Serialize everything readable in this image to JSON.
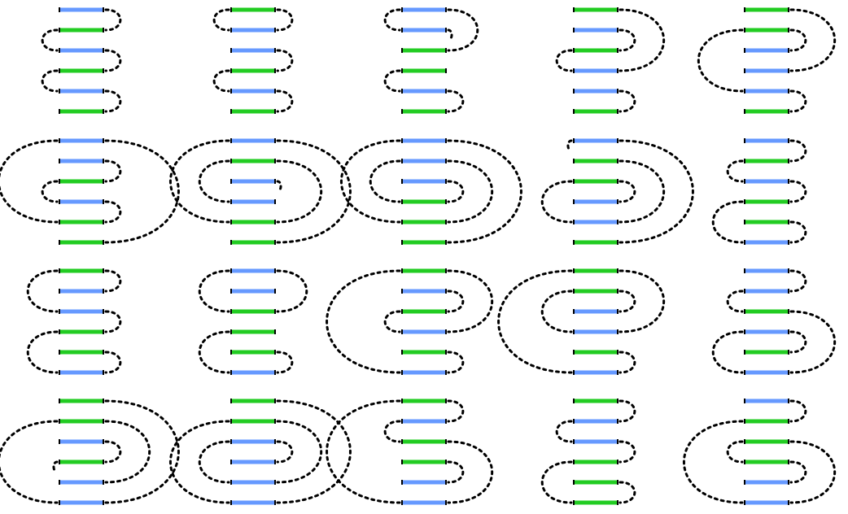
{
  "colors": {
    "blue": "#6699ff",
    "green": "#22cc22",
    "tick": "#000000",
    "arc": "#000000"
  },
  "grid": {
    "rows": 4,
    "cols": 5
  },
  "panels": [
    {
      "bars": [
        "blue",
        "green",
        "blue",
        "green",
        "blue",
        "green"
      ],
      "arcs": [
        [
          1,
          2
        ],
        [
          3,
          4
        ],
        [
          5,
          6
        ]
      ],
      "left_arcs": [
        [
          2,
          3
        ],
        [
          4,
          5
        ]
      ]
    },
    {
      "bars": [
        "green",
        "blue",
        "blue",
        "green",
        "blue",
        "green"
      ],
      "arcs": [
        [
          1,
          2
        ],
        [
          3,
          4
        ],
        [
          5,
          6
        ]
      ],
      "left_arcs": [
        [
          1,
          2
        ],
        [
          4,
          5
        ]
      ]
    },
    {
      "bars": [
        "blue",
        "blue",
        "green",
        "green",
        "blue",
        "green"
      ],
      "arcs": [
        [
          1,
          3
        ],
        [
          5,
          6
        ],
        [
          2,
          2
        ]
      ],
      "left_arcs": [
        [
          1,
          2
        ],
        [
          4,
          5
        ]
      ]
    },
    {
      "bars": [
        "green",
        "blue",
        "green",
        "blue",
        "blue",
        "green"
      ],
      "arcs": [
        [
          1,
          4
        ],
        [
          2,
          3
        ],
        [
          5,
          6
        ]
      ],
      "left_arcs": [
        [
          3,
          4
        ]
      ]
    },
    {
      "bars": [
        "green",
        "green",
        "blue",
        "blue",
        "blue",
        "green"
      ],
      "arcs": [
        [
          1,
          4
        ],
        [
          2,
          3
        ],
        [
          5,
          6
        ]
      ],
      "left_arcs": [
        [
          2,
          5
        ]
      ]
    },
    {
      "bars": [
        "blue",
        "blue",
        "green",
        "blue",
        "green",
        "green"
      ],
      "arcs": [
        [
          1,
          6
        ],
        [
          2,
          3
        ],
        [
          4,
          5
        ]
      ],
      "left_arcs": [
        [
          1,
          5
        ],
        [
          3,
          4
        ]
      ]
    },
    {
      "bars": [
        "blue",
        "green",
        "blue",
        "blue",
        "green",
        "green"
      ],
      "arcs": [
        [
          1,
          6
        ],
        [
          2,
          5
        ],
        [
          3,
          3
        ]
      ],
      "left_arcs": [
        [
          1,
          5
        ],
        [
          2,
          4
        ]
      ]
    },
    {
      "bars": [
        "blue",
        "blue",
        "blue",
        "green",
        "green",
        "green"
      ],
      "arcs": [
        [
          1,
          6
        ],
        [
          2,
          5
        ],
        [
          3,
          4
        ]
      ],
      "left_arcs": [
        [
          1,
          5
        ],
        [
          2,
          4
        ]
      ]
    },
    {
      "bars": [
        "blue",
        "green",
        "green",
        "blue",
        "blue",
        "green"
      ],
      "arcs": [
        [
          1,
          6
        ],
        [
          2,
          5
        ],
        [
          3,
          4
        ]
      ],
      "left_arcs": [
        [
          1,
          1
        ],
        [
          3,
          5
        ]
      ]
    },
    {
      "bars": [
        "blue",
        "green",
        "blue",
        "green",
        "green",
        "blue"
      ],
      "arcs": [
        [
          1,
          2
        ],
        [
          3,
          4
        ],
        [
          5,
          6
        ]
      ],
      "left_arcs": [
        [
          2,
          3
        ],
        [
          4,
          6
        ]
      ]
    },
    {
      "bars": [
        "green",
        "blue",
        "blue",
        "green",
        "green",
        "blue"
      ],
      "arcs": [
        [
          1,
          2
        ],
        [
          3,
          4
        ],
        [
          5,
          6
        ]
      ],
      "left_arcs": [
        [
          1,
          3
        ],
        [
          4,
          6
        ]
      ]
    },
    {
      "bars": [
        "blue",
        "blue",
        "green",
        "green",
        "green",
        "blue"
      ],
      "arcs": [
        [
          1,
          3
        ],
        [
          5,
          6
        ]
      ],
      "left_arcs": [
        [
          1,
          3
        ],
        [
          4,
          6
        ]
      ]
    },
    {
      "bars": [
        "green",
        "blue",
        "green",
        "blue",
        "green",
        "blue"
      ],
      "arcs": [
        [
          1,
          4
        ],
        [
          2,
          3
        ],
        [
          5,
          6
        ]
      ],
      "left_arcs": [
        [
          1,
          6
        ],
        [
          3,
          4
        ]
      ]
    },
    {
      "bars": [
        "green",
        "green",
        "blue",
        "blue",
        "green",
        "blue"
      ],
      "arcs": [
        [
          1,
          4
        ],
        [
          2,
          3
        ],
        [
          5,
          6
        ]
      ],
      "left_arcs": [
        [
          1,
          6
        ],
        [
          2,
          4
        ]
      ]
    },
    {
      "bars": [
        "blue",
        "blue",
        "green",
        "blue",
        "green",
        "blue"
      ],
      "arcs": [
        [
          1,
          2
        ],
        [
          3,
          6
        ],
        [
          4,
          5
        ]
      ],
      "left_arcs": [
        [
          2,
          3
        ],
        [
          4,
          6
        ]
      ]
    },
    {
      "bars": [
        "green",
        "green",
        "blue",
        "green",
        "blue",
        "blue"
      ],
      "arcs": [
        [
          1,
          6
        ],
        [
          2,
          5
        ],
        [
          3,
          4
        ]
      ],
      "left_arcs": [
        [
          2,
          6
        ],
        [
          4,
          4
        ]
      ]
    },
    {
      "bars": [
        "green",
        "green",
        "blue",
        "blue",
        "blue",
        "blue"
      ],
      "arcs": [
        [
          1,
          6
        ],
        [
          2,
          5
        ],
        [
          3,
          4
        ]
      ],
      "left_arcs": [
        [
          2,
          6
        ],
        [
          3,
          5
        ]
      ]
    },
    {
      "bars": [
        "green",
        "blue",
        "green",
        "green",
        "blue",
        "blue"
      ],
      "arcs": [
        [
          1,
          2
        ],
        [
          3,
          6
        ],
        [
          4,
          5
        ]
      ],
      "left_arcs": [
        [
          1,
          6
        ],
        [
          2,
          3
        ]
      ]
    },
    {
      "bars": [
        "green",
        "blue",
        "blue",
        "green",
        "green",
        "green"
      ],
      "arcs": [
        [
          1,
          2
        ],
        [
          3,
          4
        ],
        [
          5,
          6
        ]
      ],
      "left_arcs": [
        [
          2,
          3
        ],
        [
          4,
          6
        ]
      ]
    },
    {
      "bars": [
        "blue",
        "green",
        "green",
        "green",
        "blue",
        "blue"
      ],
      "arcs": [
        [
          1,
          2
        ],
        [
          3,
          6
        ],
        [
          4,
          5
        ]
      ],
      "left_arcs": [
        [
          2,
          6
        ],
        [
          3,
          4
        ]
      ]
    }
  ]
}
